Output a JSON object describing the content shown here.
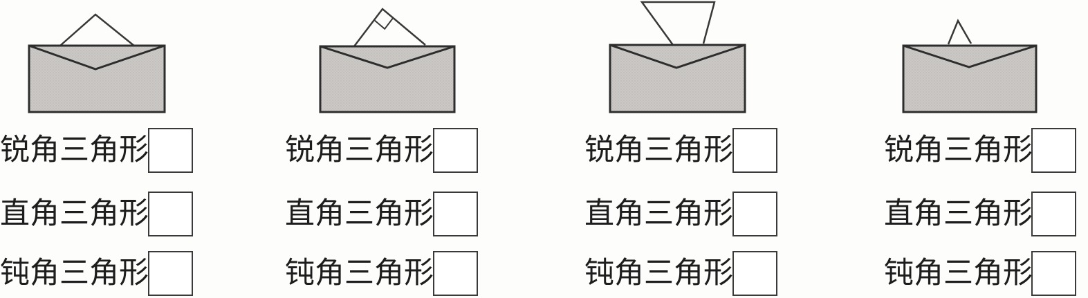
{
  "colors": {
    "background": "#fdfdfc",
    "envelope_fill": "#cbc9c6",
    "envelope_halftone_dot": "#b5b2ae",
    "outline": "#2d2d2d",
    "text": "#1d1d1d",
    "answer_box_border": "#3a3a3a"
  },
  "labels": {
    "acute": "锐角三角形",
    "right": "直角三角形",
    "obtuse": "钝角三角形"
  },
  "groups": [
    {
      "envelope_icon": "envelope-wide-apex-triangle-tip",
      "rows": [
        {
          "label": "锐角三角形",
          "value": ""
        },
        {
          "label": "直角三角形",
          "value": ""
        },
        {
          "label": "钝角三角形",
          "value": ""
        }
      ]
    },
    {
      "envelope_icon": "envelope-right-angle-triangle-tip",
      "rows": [
        {
          "label": "锐角三角形",
          "value": ""
        },
        {
          "label": "直角三角形",
          "value": ""
        },
        {
          "label": "钝角三角形",
          "value": ""
        }
      ]
    },
    {
      "envelope_icon": "envelope-inverted-wide-triangle",
      "rows": [
        {
          "label": "锐角三角形",
          "value": ""
        },
        {
          "label": "直角三角形",
          "value": ""
        },
        {
          "label": "钝角三角形",
          "value": ""
        }
      ]
    },
    {
      "envelope_icon": "envelope-narrow-acute-triangle-tip",
      "rows": [
        {
          "label": "锐角三角形",
          "value": ""
        },
        {
          "label": "直角三角形",
          "value": ""
        },
        {
          "label": "钝角三角形",
          "value": ""
        }
      ]
    }
  ]
}
